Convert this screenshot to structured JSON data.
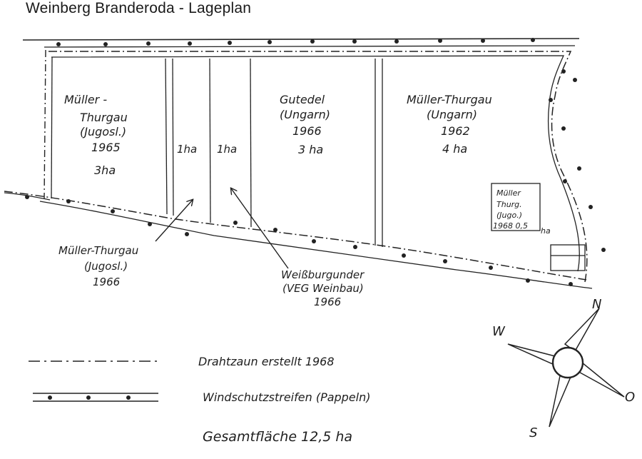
{
  "title": "Weinberg Branderoda - Lageplan",
  "parcels": {
    "p1": {
      "variety": [
        "Müller -",
        "Thurgau"
      ],
      "origin": "(Jugosl.)",
      "year": "1965",
      "area": "3ha"
    },
    "p2": {
      "area": "1ha"
    },
    "p3": {
      "area": "1ha"
    },
    "p4": {
      "variety": "Gutedel",
      "origin": "(Ungarn)",
      "year": "1966",
      "area": "3 ha"
    },
    "p5": {
      "variety": "Müller-Thurgau",
      "origin": "(Ungarn)",
      "year": "1962",
      "area": "4 ha"
    },
    "p6": {
      "lines": [
        "Müller",
        "Thurg.",
        "(Jugo.)",
        "1968 0,5"
      ],
      "unit": "ha"
    }
  },
  "callouts": {
    "left": {
      "variety": "Müller-Thurgau",
      "origin": "(Jugosl.)",
      "year": "1966"
    },
    "right": {
      "variety": "Weißburgunder",
      "origin": "(VEG Weinbau)",
      "year": "1966"
    }
  },
  "legend": {
    "fence": "Drahtzaun erstellt 1968",
    "windbreak": "Windschutzstreifen (Pappeln)",
    "total": "Gesamtfläche  12,5 ha"
  },
  "compass": {
    "n": "N",
    "w": "W",
    "o": "O",
    "s": "S"
  }
}
